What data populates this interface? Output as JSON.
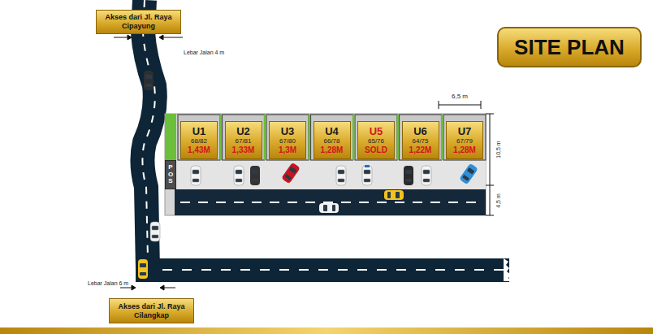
{
  "diagram": {
    "title": "SITE PLAN",
    "nodes": [
      {
        "text": [
          "Akses dari Jl. Raya Cipayung"
        ]
      },
      {
        "text": [
          "U1",
          "68/82",
          "1,43M"
        ]
      },
      {
        "text": [
          "U2",
          "67/81",
          "1,33M"
        ]
      },
      {
        "text": [
          "U3",
          "67/80",
          "1,3M"
        ]
      },
      {
        "text": [
          "U4",
          "66/78",
          "1,28M"
        ]
      },
      {
        "text": [
          "U5",
          "65/76",
          "SOLD"
        ]
      },
      {
        "text": [
          "U6",
          "64/75",
          "1,22M"
        ]
      },
      {
        "text": [
          "U7",
          "67/79",
          "1,28M"
        ]
      },
      {
        "text": [
          "POS"
        ]
      },
      {
        "text": [
          "Akses dari Jl. Raya Cilangkap"
        ]
      }
    ],
    "labels": [
      "Lebar Jalan 4 m",
      "Lebar Jalan 6 m",
      "6,5 m",
      "10,5 m",
      "4,5 m"
    ]
  }
}
